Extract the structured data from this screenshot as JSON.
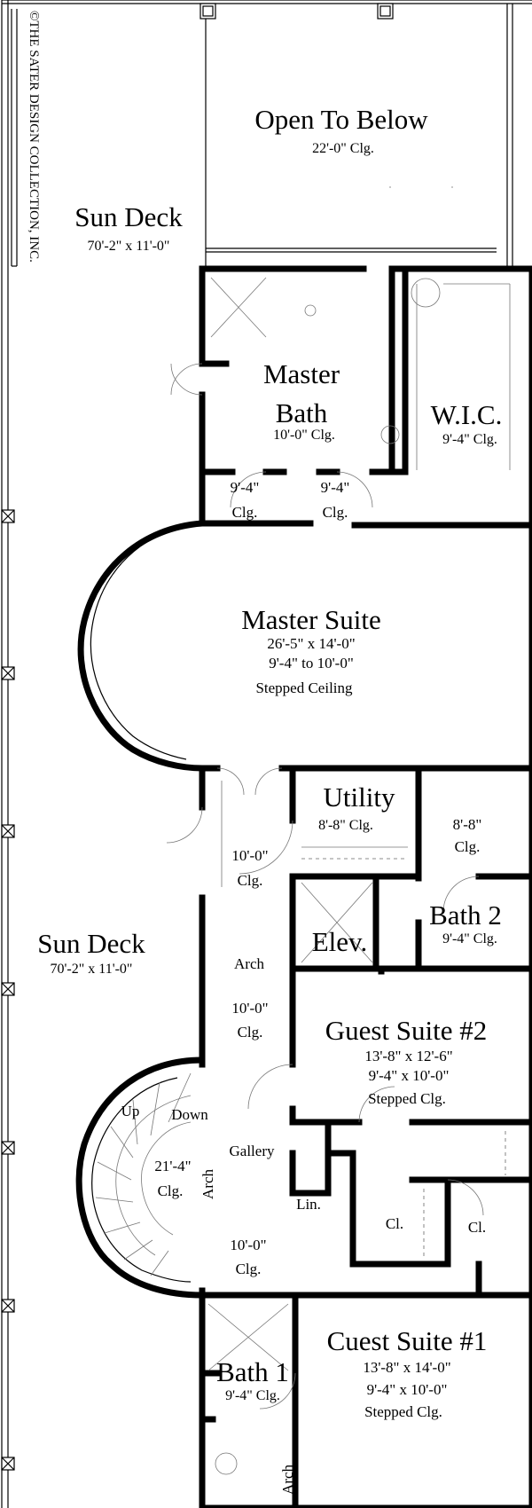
{
  "copyright": "©THE SATER DESIGN COLLECTION, INC.",
  "rooms": {
    "open_to_below": {
      "name": "Open To Below",
      "detail": "22'-0\" Clg."
    },
    "sun_deck_upper": {
      "name": "Sun Deck",
      "size": "70'-2\" x 11'-0\""
    },
    "master_bath": {
      "name_line1": "Master",
      "name_line2": "Bath",
      "detail": "10'-0\" Clg."
    },
    "wic": {
      "name": "W.I.C.",
      "detail": "9'-4\" Clg."
    },
    "bath_hall_left": {
      "line1": "9'-4\"",
      "line2": "Clg."
    },
    "bath_hall_right": {
      "line1": "9'-4\"",
      "line2": "Clg."
    },
    "master_suite": {
      "name": "Master Suite",
      "size": "26'-5\" x 14'-0\"",
      "ceiling": "9'-4\" to 10'-0\"",
      "note": "Stepped Ceiling"
    },
    "utility": {
      "name": "Utility",
      "detail": "8'-8\" Clg."
    },
    "closet_88": {
      "line1": "8'-8\"",
      "line2": "Clg."
    },
    "foyer_upper": {
      "line1": "10'-0\"",
      "line2": "Clg."
    },
    "elev": {
      "name": "Elev."
    },
    "bath2": {
      "name": "Bath 2",
      "detail": "9'-4\" Clg."
    },
    "sun_deck_lower": {
      "name": "Sun Deck",
      "size": "70'-2\" x 11'-0\""
    },
    "arch_upper": {
      "name": "Arch"
    },
    "hall_mid": {
      "line1": "10'-0\"",
      "line2": "Clg."
    },
    "guest_suite_2": {
      "name": "Guest Suite #2",
      "size": "13'-8\" x 12'-6\"",
      "ceiling": "9'-4\" x 10'-0\"",
      "note": "Stepped Clg."
    },
    "stair": {
      "up": "Up",
      "down": "Down",
      "line1": "21'-4\"",
      "line2": "Clg."
    },
    "arch_stair": {
      "name": "Arch"
    },
    "gallery": {
      "name": "Gallery"
    },
    "lin": {
      "name": "Lin."
    },
    "cl1": {
      "name": "Cl."
    },
    "cl2": {
      "name": "Cl."
    },
    "hall_lower": {
      "line1": "10'-0\"",
      "line2": "Clg."
    },
    "guest_suite_1": {
      "name": "Cuest Suite #1",
      "size": "13'-8\" x 14'-0\"",
      "ceiling": "9'-4\" x 10'-0\"",
      "note": "Stepped Clg."
    },
    "bath1": {
      "name": "Bath 1",
      "detail": "9'-4\" Clg."
    },
    "arch_lower": {
      "name": "Arch"
    }
  }
}
